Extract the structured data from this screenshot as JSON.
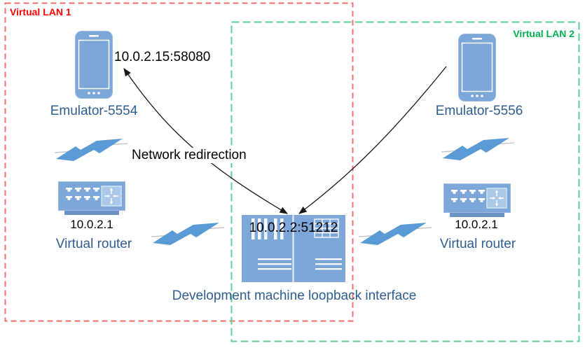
{
  "vlans": [
    {
      "label": "Virtual LAN 1",
      "label_color": "#ff0000",
      "border_color": "#f96a6a"
    },
    {
      "label": "Virtual LAN 2",
      "label_color": "#00b050",
      "border_color": "#5ecd97"
    }
  ],
  "nodes": {
    "emulator_5554": {
      "label": "Emulator-5554",
      "address": "10.0.2.15:58080",
      "icon": "phone-icon"
    },
    "emulator_5556": {
      "label": "Emulator-5556",
      "icon": "phone-icon"
    },
    "router_left": {
      "label": "Virtual router",
      "ip": "10.0.2.1",
      "icon": "router-icon"
    },
    "router_right": {
      "label": "Virtual router",
      "ip": "10.0.2.1",
      "icon": "router-icon"
    },
    "loopback_server": {
      "label": "Development machine loopback interface",
      "address": "10.0.2.2:51212",
      "icon": "server-icon"
    }
  },
  "annotations": {
    "network_redirection": "Network redirection"
  },
  "icons": [
    "phone-icon",
    "router-icon",
    "server-icon",
    "lightning-bolt-icon",
    "redirect-arrow"
  ],
  "colors": {
    "device_blue": "#7ea7d9",
    "bolt_blue": "#5b9bd5",
    "label_blue": "#2e5d90",
    "vlan1_red": "#ff0000",
    "vlan1_dash": "#f96a6a",
    "vlan2_green": "#00b050",
    "vlan2_dash": "#5ecd97",
    "connector_gray": "#bfbfbf",
    "arrow_black": "#1a1a1a"
  }
}
